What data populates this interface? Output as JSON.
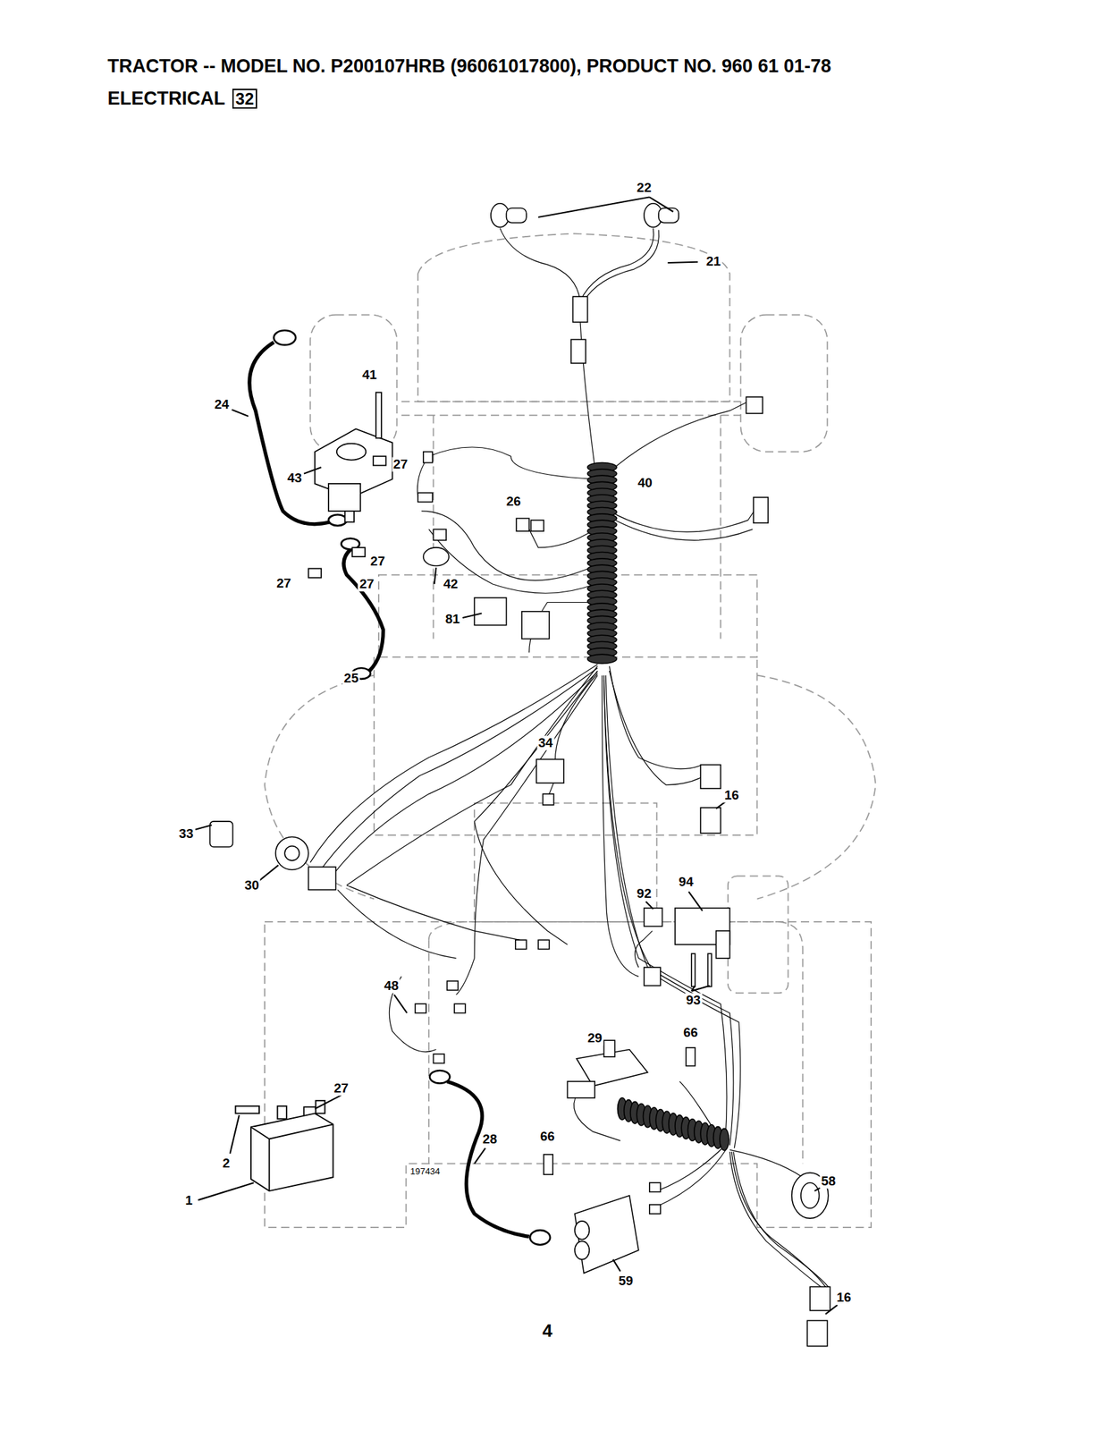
{
  "diagram": {
    "title": "TRACTOR -- MODEL NO. P200107HRB (96061017800), PRODUCT NO. 960 61 01-78",
    "nodes": [
      {
        "text": [
          "32"
        ]
      }
    ],
    "labels": [
      "ELECTRICAL",
      "22",
      "21",
      "41",
      "24",
      "43",
      "27",
      "40",
      "26",
      "27",
      "27",
      "27",
      "42",
      "81",
      "25",
      "34",
      "16",
      "33",
      "30",
      "92",
      "94",
      "93",
      "48",
      "29",
      "66",
      "27",
      "2",
      "28",
      "66",
      "1",
      "58",
      "59",
      "16",
      "197434",
      "4"
    ]
  }
}
